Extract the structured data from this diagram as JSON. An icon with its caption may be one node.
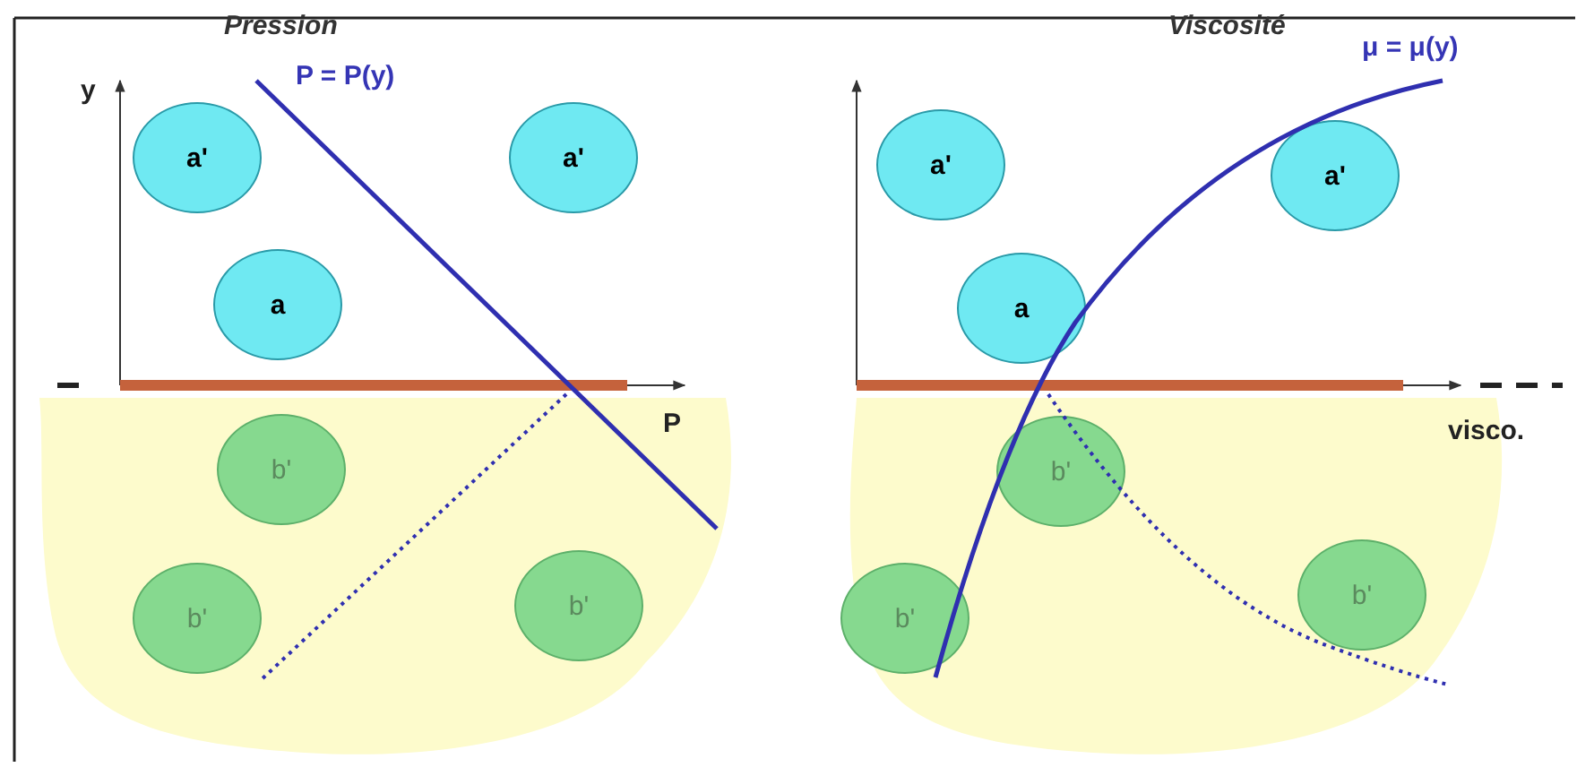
{
  "diagram": {
    "nodes": [
      {
        "text": [
          "a'"
        ]
      },
      {
        "text": [
          "a'"
        ]
      },
      {
        "text": [
          "a"
        ]
      },
      {
        "text": [
          "b'"
        ]
      },
      {
        "text": [
          "b'"
        ]
      },
      {
        "text": [
          "b'"
        ]
      },
      {
        "text": [
          "a'"
        ]
      },
      {
        "text": [
          "a'"
        ]
      },
      {
        "text": [
          "a"
        ]
      },
      {
        "text": [
          "b'"
        ]
      },
      {
        "text": [
          "b'"
        ]
      },
      {
        "text": [
          "b'"
        ]
      }
    ],
    "labels": [
      "Pression",
      "y",
      "P = P(y)",
      "P",
      "Viscosité",
      "μ = μ(y)",
      "visco."
    ]
  }
}
